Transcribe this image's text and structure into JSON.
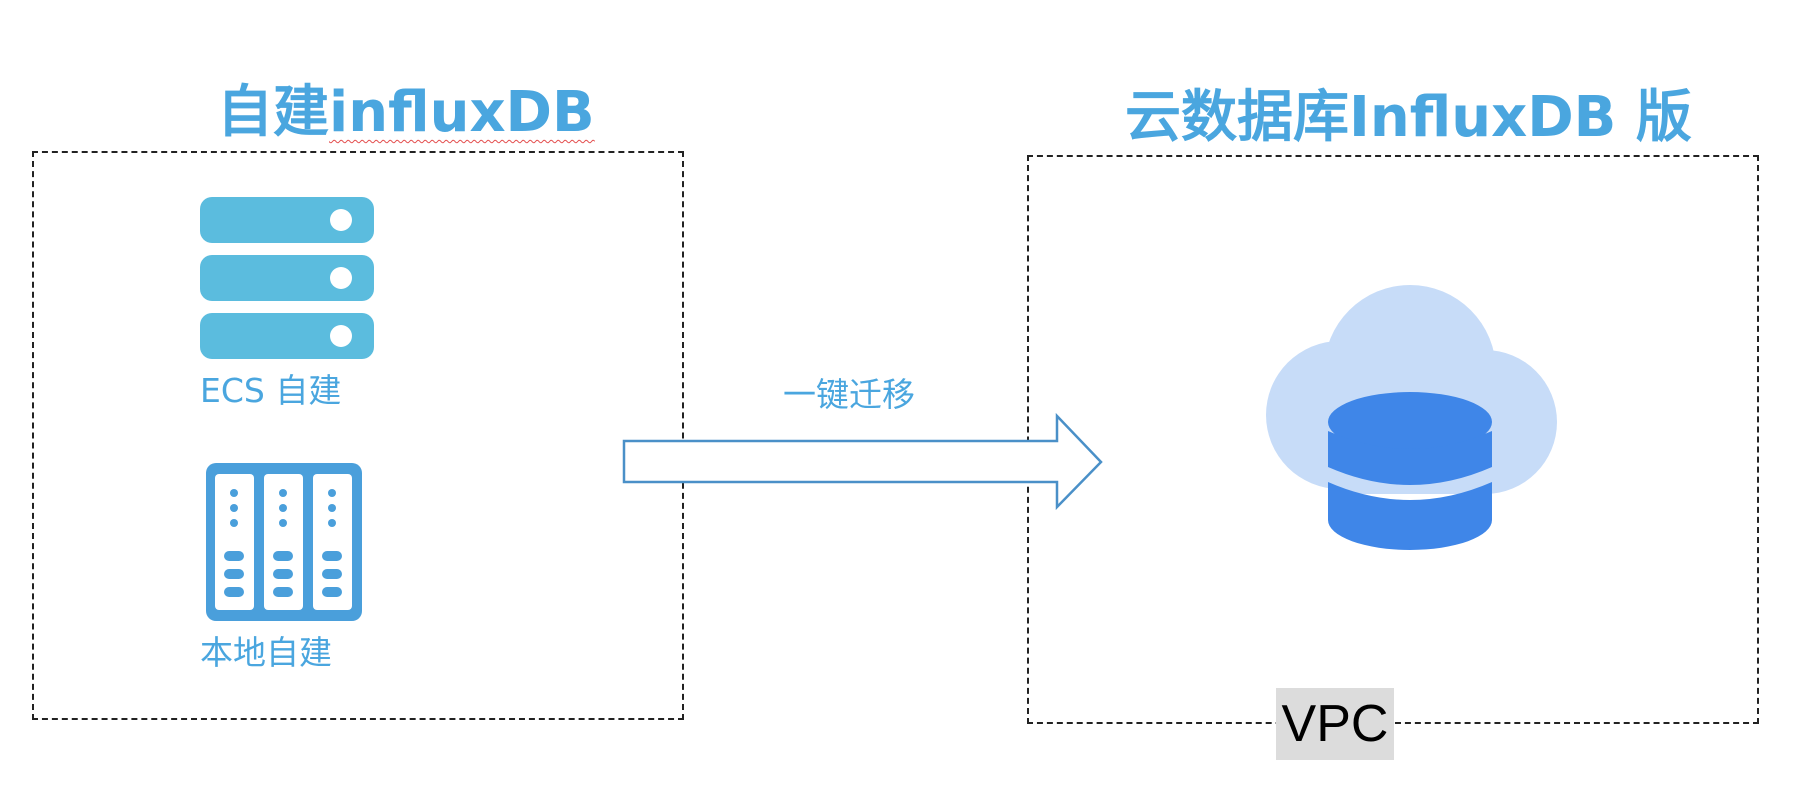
{
  "left": {
    "title_prefix": "自建",
    "title_word": "influxDB",
    "ecs_label": "ECS 自建",
    "local_label": "本地自建"
  },
  "arrow": {
    "label": "一键迁移"
  },
  "right": {
    "title": "云数据库InfluxDB 版",
    "vpc_label": "VPC"
  },
  "colors": {
    "title": "#4aa6df",
    "server": "#5bbcde",
    "rack": "#4a9fdb",
    "cloud": "#c7dcf8",
    "database": "#3f86e8",
    "arrow_stroke": "#4a90c8"
  },
  "icons": {
    "server": "server-stack-icon",
    "rack": "server-rack-icon",
    "arrow": "right-arrow-icon",
    "cloud_database": "cloud-database-icon"
  }
}
